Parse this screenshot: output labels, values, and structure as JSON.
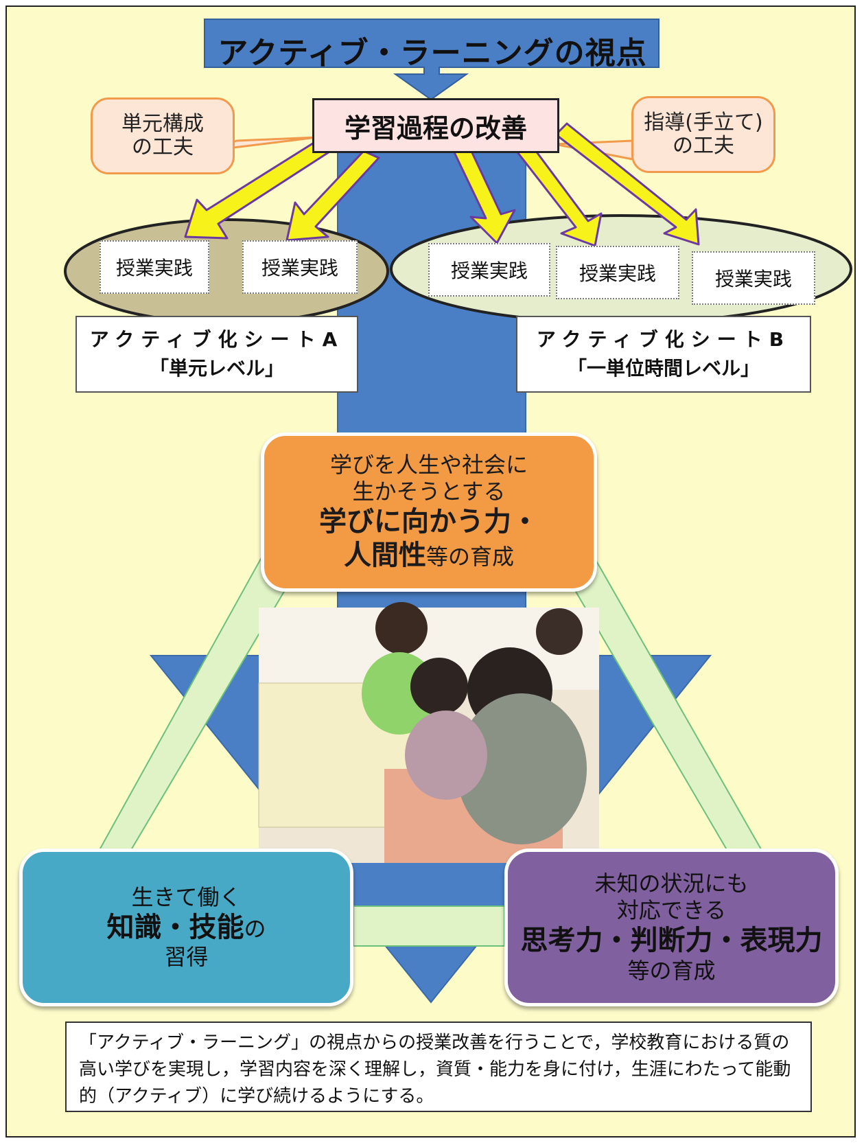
{
  "title": "アクティブ・ラーニングの視点",
  "process": "学習過程の改善",
  "callouts": {
    "left": {
      "line1": "単元構成",
      "line2": "の工夫"
    },
    "right": {
      "line1": "指導(手立て)",
      "line2": "の工夫"
    }
  },
  "practice_label": "授業実践",
  "sheets": {
    "a": {
      "line1": "アクティブ化シートA",
      "line2": "「単元レベル」"
    },
    "b": {
      "line1": "アクティブ化シートB",
      "line2": "「一単位時間レベル」"
    }
  },
  "goals": {
    "top": {
      "line1": "学びを人生や社会に",
      "line2": "生かそうとする",
      "bold1": "学びに向かう力・",
      "bold2": "人間性",
      "rest2": "等の育成"
    },
    "left": {
      "line1": "生きて働く",
      "bold": "知識・技能",
      "rest": "の",
      "line3": "習得"
    },
    "right": {
      "line1": "未知の状況にも",
      "line2": "対応できる",
      "bold": "思考力・判断力・表現力",
      "line4": "等の育成"
    }
  },
  "summary": "「アクティブ・ラーニング」の視点からの授業改善を行うことで，学校教育における質の高い学びを実現し，学習内容を深く理解し，資質・能力を身に付け，生涯にわたって能動的（アクティブ）に学び続けるようにする。",
  "colors": {
    "background": "#fdfbc8",
    "blue_arrow": "#4a7fc5",
    "yellow_arrow": "#f6f21a",
    "arrow_outline": "#6b3aa0",
    "orange_goal": "#f39a45",
    "teal_goal": "#48a9c7",
    "purple_goal": "#80609f",
    "light_green_band": "#dff3c6"
  }
}
